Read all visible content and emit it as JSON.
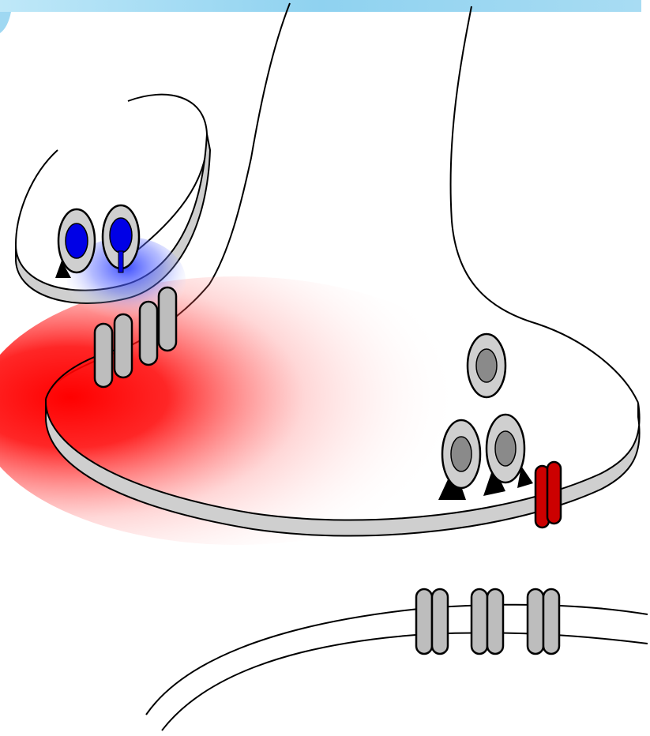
{
  "diagram": {
    "kind": "synapse-schematic",
    "labels": [],
    "colors": {
      "top_banner": "#9fd8f2",
      "membrane_fill": "#cfcfcf",
      "outline": "#000000",
      "vesicle_blue": "#0000e6",
      "vesicle_core_grey": "#8a8a8a",
      "channel_grey": "#bdbdbd",
      "red_channel": "#cc0000",
      "red_gradient": "#ff0000",
      "blue_gradient": "#2a3cff"
    },
    "elements": {
      "presynaptic_terminal_vesicles": 2,
      "presynaptic_channels": 4,
      "postsynaptic_vesicles": 3,
      "red_channels": 2,
      "lower_channel_pairs": 3
    }
  }
}
